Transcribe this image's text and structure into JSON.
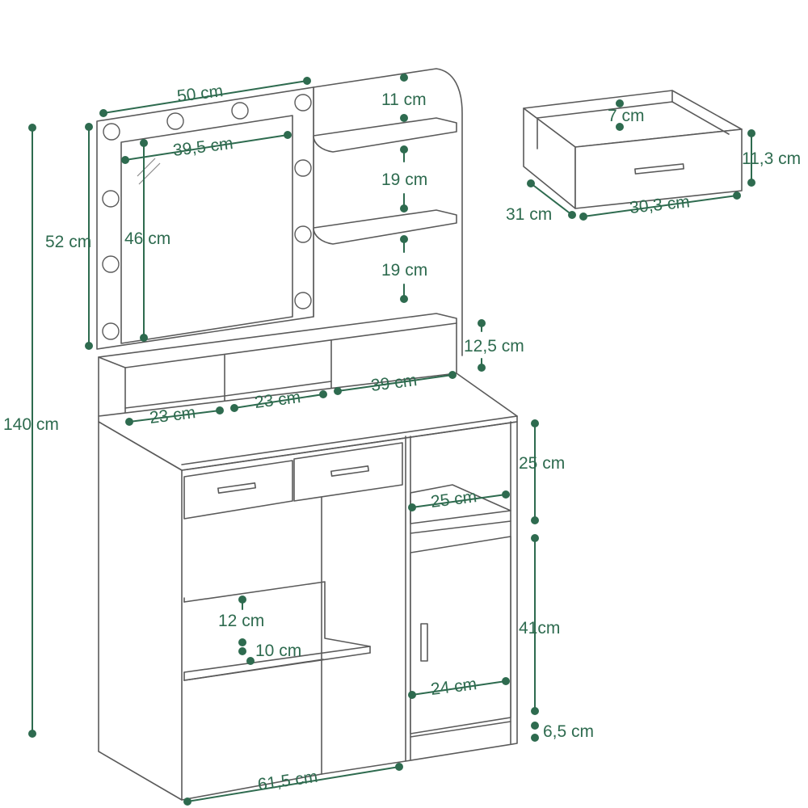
{
  "diagram": {
    "title": "",
    "accent_color": "#2e6b4f",
    "line_color": "#5a5a5a",
    "dimensions": {
      "mirror_unit_width": "50 cm",
      "mirror_glass_width": "39,5 cm",
      "mirror_unit_height": "52 cm",
      "mirror_glass_height": "46 cm",
      "total_height": "140 cm",
      "shelf_top_gap": "11 cm",
      "shelf_gap_1": "19 cm",
      "shelf_gap_2": "19 cm",
      "cubby_height": "12,5 cm",
      "cubby_left": "23 cm",
      "cubby_middle": "23 cm",
      "cubby_right": "39 cm",
      "open_shelf_height": "25 cm",
      "open_shelf_width": "25 cm",
      "cabinet_height": "41cm",
      "cabinet_width": "24 cm",
      "plinth_height": "6,5 cm",
      "knee_shelf_height": "12 cm",
      "knee_shelf_depth": "10 cm",
      "table_width": "61,5 cm",
      "drawer_inner_height": "7 cm",
      "drawer_height": "11,3 cm",
      "drawer_depth": "31 cm",
      "drawer_width": "30,3 cm"
    }
  }
}
